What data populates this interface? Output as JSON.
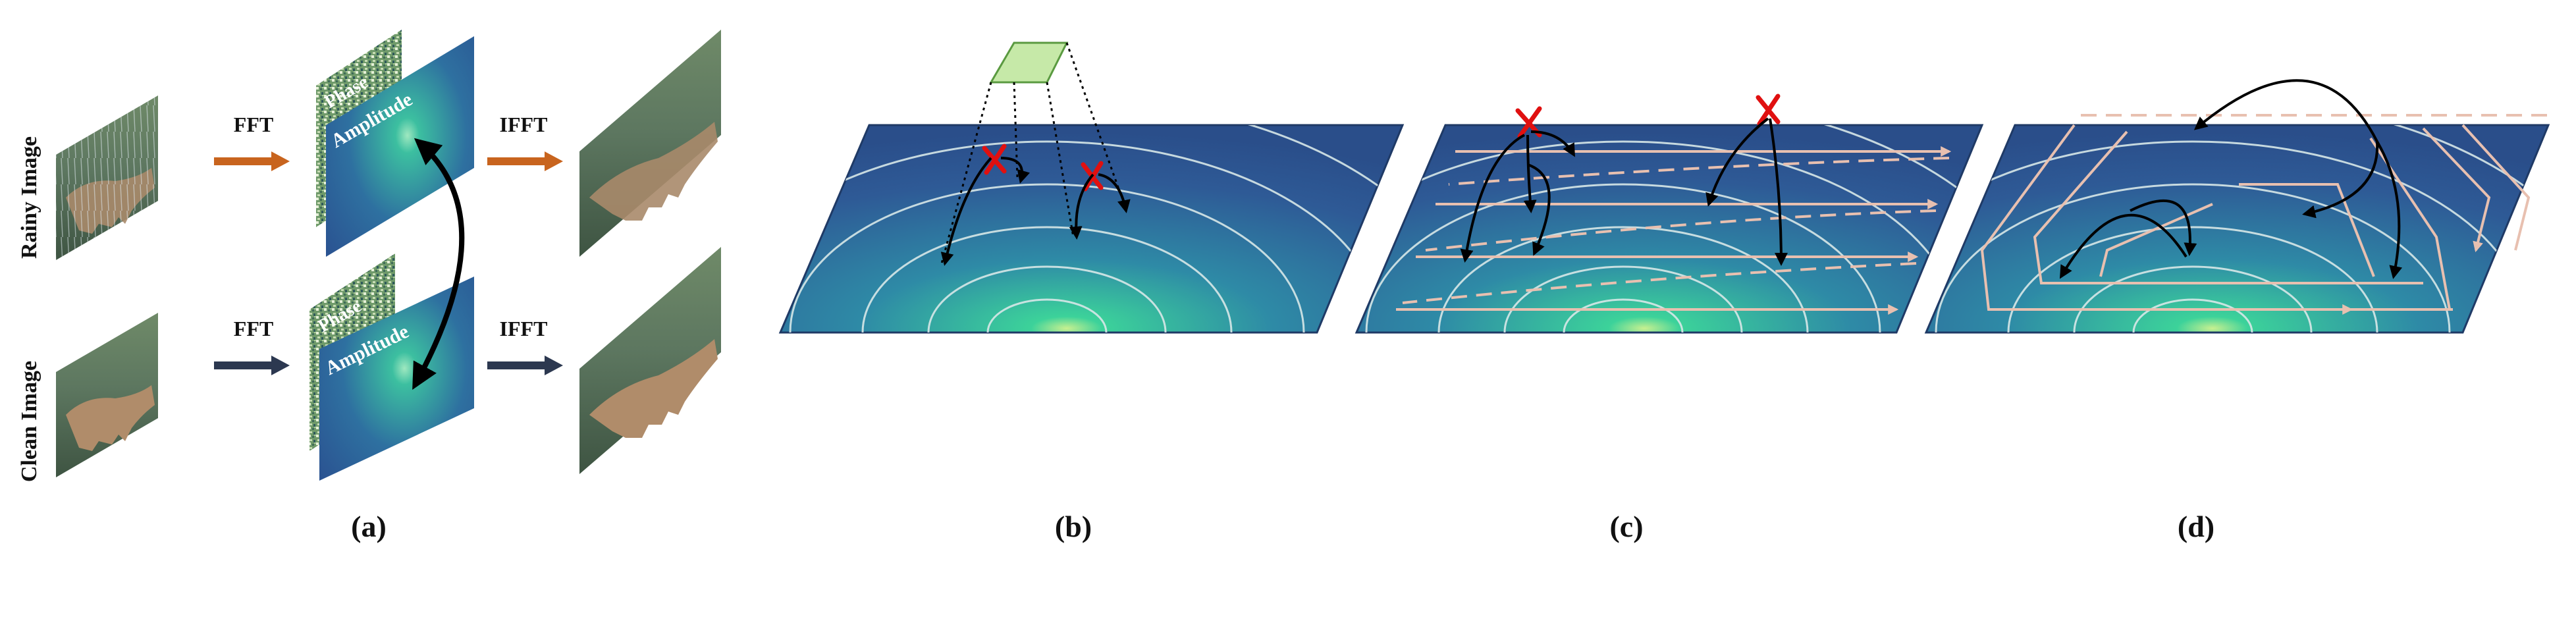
{
  "panel_a": {
    "row_label_top": "Rainy Image",
    "row_label_bottom": "Clean Image",
    "fft_top": "FFT",
    "fft_bottom": "FFT",
    "ifft_top": "IFFT",
    "ifft_bottom": "IFFT",
    "phase_top": "Phase",
    "phase_bottom": "Phase",
    "amplitude_top": "Amplitude",
    "amplitude_bottom": "Amplitude",
    "caption": "(a)"
  },
  "panel_b": {
    "caption": "(b)"
  },
  "panel_c": {
    "caption": "(c)"
  },
  "panel_d": {
    "caption": "(d)"
  },
  "colors": {
    "rainy_arrow": "#c8641e",
    "clean_arrow": "#2c3850",
    "cross": "#e01010",
    "scan_path": "#e8c0b0",
    "spectrum_dark": "#2e5a96",
    "spectrum_light": "#3cd29a"
  },
  "icons": [
    "bear-photo-icon",
    "noise-phase-icon",
    "cross-icon",
    "window-icon"
  ]
}
